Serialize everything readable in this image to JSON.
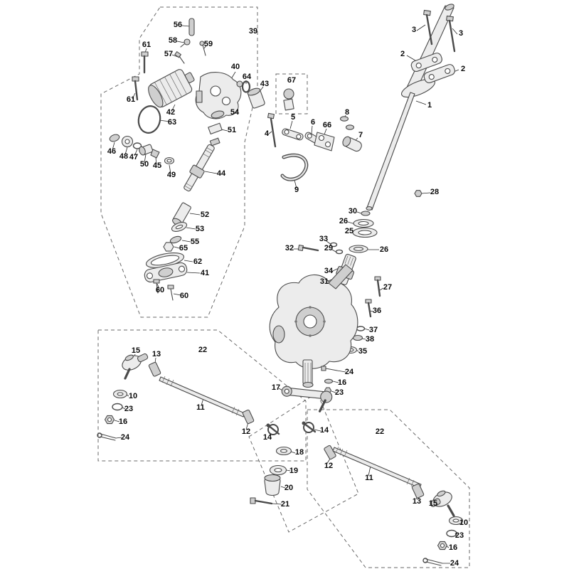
{
  "colors": {
    "background": "#ffffff",
    "line": "#4a4a4a",
    "fill_light": "#ececec",
    "fill_mid": "#cfcfcf",
    "text": "#0a0a0a"
  },
  "labels": {
    "n1": "1",
    "n2": "2",
    "n3": "3",
    "n4": "4",
    "n5": "5",
    "n6": "6",
    "n7": "7",
    "n8": "8",
    "n9": "9",
    "n10": "10",
    "n11": "11",
    "n12": "12",
    "n13": "13",
    "n14": "14",
    "n15": "15",
    "n16": "16",
    "n17": "17",
    "n18": "18",
    "n19": "19",
    "n20": "20",
    "n21": "21",
    "n22": "22",
    "n23": "23",
    "n24": "24",
    "n25": "25",
    "n26": "26",
    "n27": "27",
    "n28": "28",
    "n29": "29",
    "n30": "30",
    "n31": "31",
    "n32": "32",
    "n33": "33",
    "n34": "34",
    "n35": "35",
    "n36": "36",
    "n37": "37",
    "n38": "38",
    "n39": "39",
    "n40": "40",
    "n41": "41",
    "n42": "42",
    "n43": "43",
    "n44": "44",
    "n45": "45",
    "n46": "46",
    "n47": "47",
    "n48": "48",
    "n49": "49",
    "n50": "50",
    "n51": "51",
    "n52": "52",
    "n53": "53",
    "n54": "54",
    "n55": "55",
    "n56": "56",
    "n57": "57",
    "n58": "58",
    "n59": "59",
    "n60": "60",
    "n61": "61",
    "n62": "62",
    "n63": "63",
    "n64": "64",
    "n65": "65",
    "n66": "66",
    "n67": "67"
  }
}
